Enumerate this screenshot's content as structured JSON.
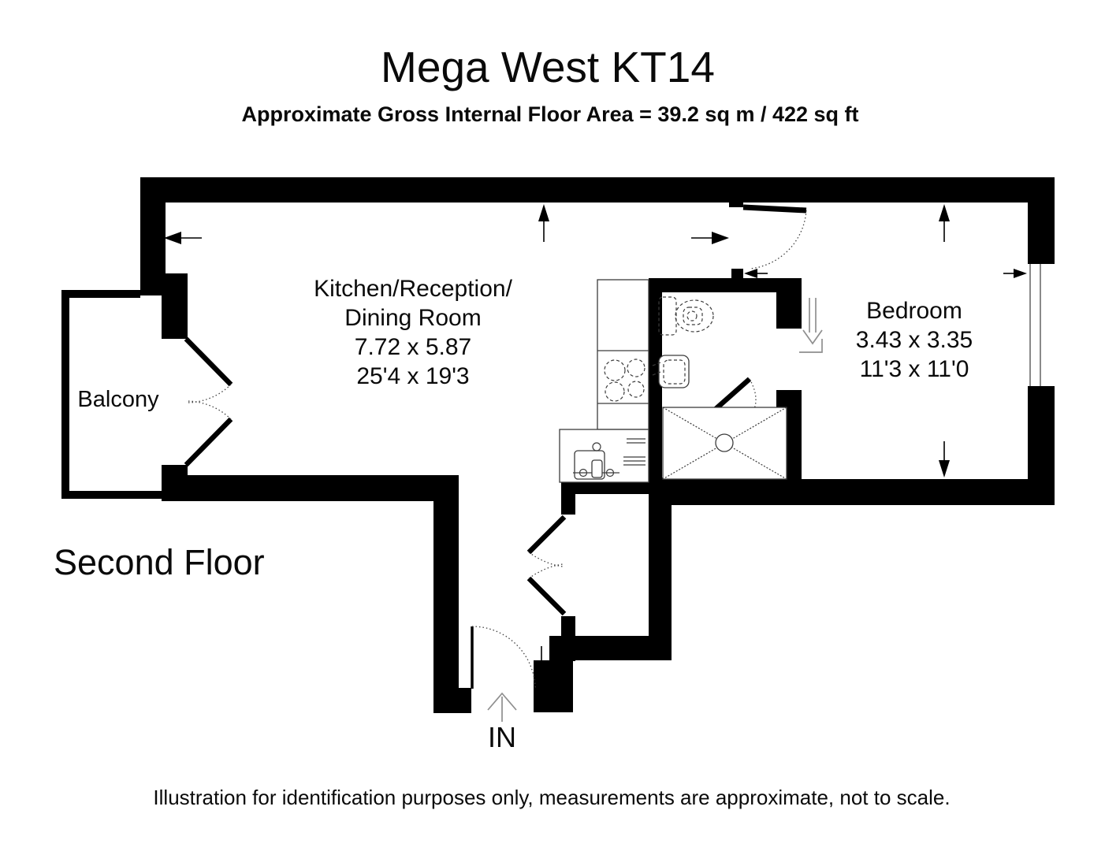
{
  "header": {
    "title": "Mega West KT14",
    "subtitle": "Approximate Gross Internal Floor Area = 39.2 sq m / 422 sq ft"
  },
  "plan": {
    "floor_label": "Second Floor",
    "entrance_label": "IN",
    "rooms": [
      {
        "name_line1": "Kitchen/Reception/",
        "name_line2": "Dining Room",
        "size_metric": "7.72 x 5.87",
        "size_imperial": "25'4 x 19'3"
      },
      {
        "name_line1": "Bedroom",
        "size_metric": "3.43 x 3.35",
        "size_imperial": "11'3 x 11'0"
      },
      {
        "name_line1": "Balcony"
      }
    ],
    "fixtures": [
      "hob-icon",
      "sink-icon",
      "drainer-icon",
      "toilet-icon",
      "basin-icon",
      "shower-icon"
    ],
    "doors": [
      "balcony-french-doors",
      "hall-double-doors",
      "entrance-door",
      "bedroom-door",
      "bathroom-door"
    ],
    "window": "bedroom-window"
  },
  "footer": {
    "disclaimer": "Illustration for identification purposes only, measurements are approximate, not to scale."
  },
  "colors": {
    "wall": "#000000",
    "background": "#ffffff",
    "text": "#0a0a0a",
    "outline_arrow": "#8f8f8f"
  }
}
